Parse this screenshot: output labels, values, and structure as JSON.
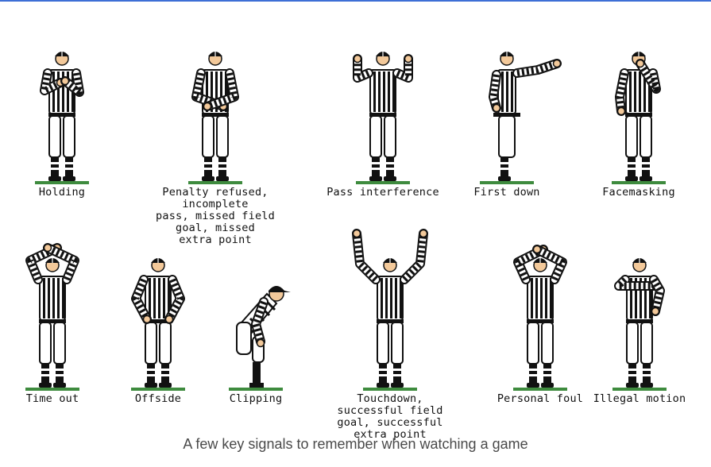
{
  "signals": [
    {
      "id": "holding",
      "label": "Holding",
      "pose": "holding"
    },
    {
      "id": "penalty-refused",
      "label": "Penalty refused, incomplete\npass, missed field goal, missed\nextra point",
      "pose": "refused"
    },
    {
      "id": "pass-interference",
      "label": "Pass interference",
      "pose": "interference"
    },
    {
      "id": "first-down",
      "label": "First down",
      "pose": "firstdown"
    },
    {
      "id": "facemasking",
      "label": "Facemasking",
      "pose": "facemask"
    },
    {
      "id": "time-out",
      "label": "Time out",
      "pose": "timeout"
    },
    {
      "id": "offside",
      "label": "Offside",
      "pose": "offside"
    },
    {
      "id": "clipping",
      "label": "Clipping",
      "pose": "clipping"
    },
    {
      "id": "touchdown",
      "label": "Touchdown, successful field\ngoal, successful extra point",
      "pose": "touchdown"
    },
    {
      "id": "personal-foul",
      "label": "Personal foul",
      "pose": "personalfoul"
    },
    {
      "id": "illegal-motion",
      "label": "Illegal motion",
      "pose": "motion"
    }
  ],
  "caption": "A few key signals to remember when watching a game",
  "colors": {
    "shirt_stripe": "#111111",
    "shirt_base": "#ffffff",
    "ground": "#3e8b3e",
    "skin": "#f3c99a",
    "top_rule": "#3d6fd6"
  }
}
